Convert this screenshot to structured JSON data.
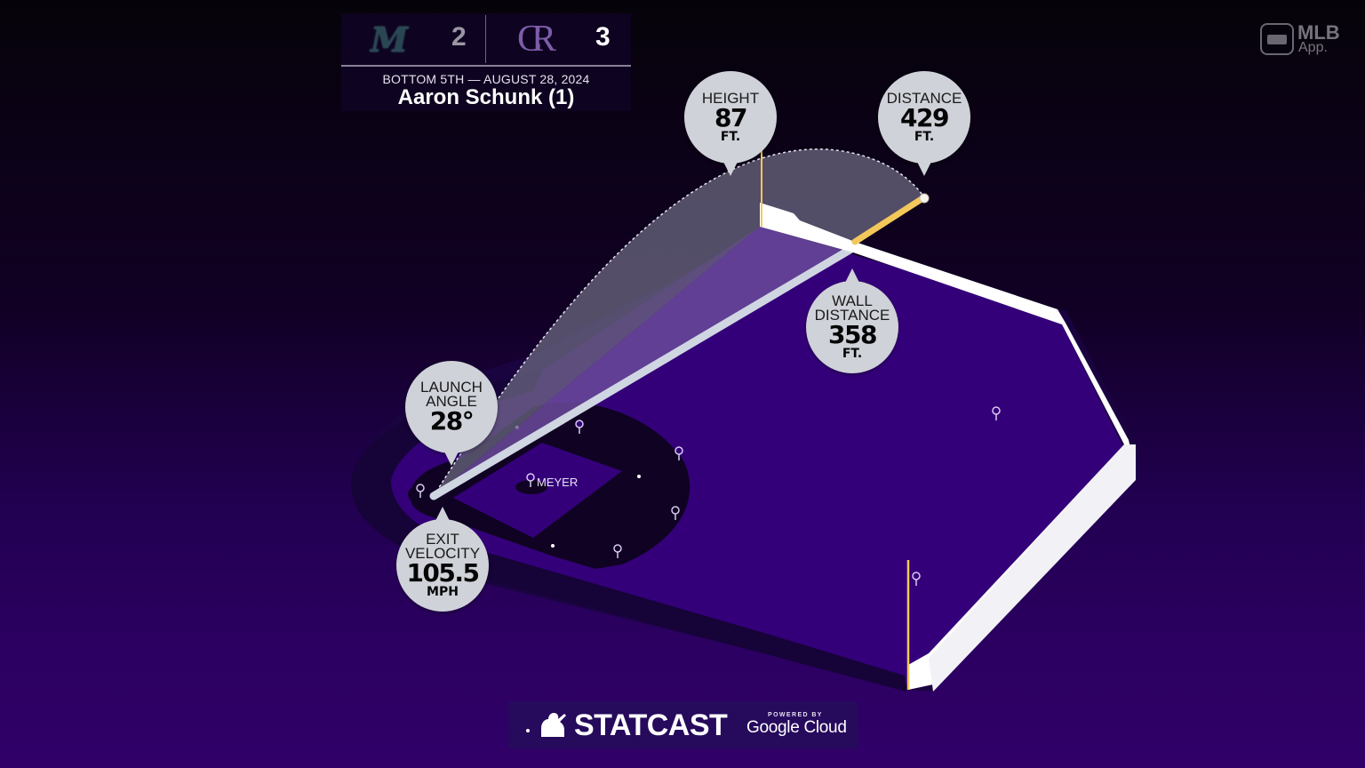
{
  "scoreboard": {
    "away_team": {
      "name": "Marlins",
      "logo_icon": "marlins-logo-icon",
      "logo_glyph": "M",
      "score": "2"
    },
    "home_team": {
      "name": "Rockies",
      "logo_icon": "rockies-logo-icon",
      "logo_glyph": "CR",
      "score": "3"
    },
    "game_info": "BOTTOM 5TH — AUGUST 28, 2024",
    "batter": "Aaron Schunk (1)"
  },
  "brand": {
    "mlb_app_line1": "MLB",
    "mlb_app_line2": "App."
  },
  "stats": {
    "height": {
      "label": "HEIGHT",
      "value": "87",
      "unit": "FT."
    },
    "distance": {
      "label": "DISTANCE",
      "value": "429",
      "unit": "FT."
    },
    "wall_distance": {
      "label1": "WALL",
      "label2": "DISTANCE",
      "value": "358",
      "unit": "FT."
    },
    "launch_angle": {
      "label1": "LAUNCH",
      "label2": "ANGLE",
      "value": "28°"
    },
    "exit_velocity": {
      "label1": "EXIT",
      "label2": "VELOCITY",
      "value": "105.5",
      "unit": "MPH"
    }
  },
  "field": {
    "fielder_label": "MEYER",
    "colors": {
      "grass": "#34007a",
      "dirt": "#0f0222",
      "wall": "#ffffff",
      "foul_pole": "#f3c85a",
      "trajectory_fill": "#6a4a9a",
      "bubble": "#cfd2d8"
    }
  },
  "footer": {
    "statcast": "STATCAST",
    "powered_by": "POWERED BY",
    "provider": "Google Cloud"
  }
}
